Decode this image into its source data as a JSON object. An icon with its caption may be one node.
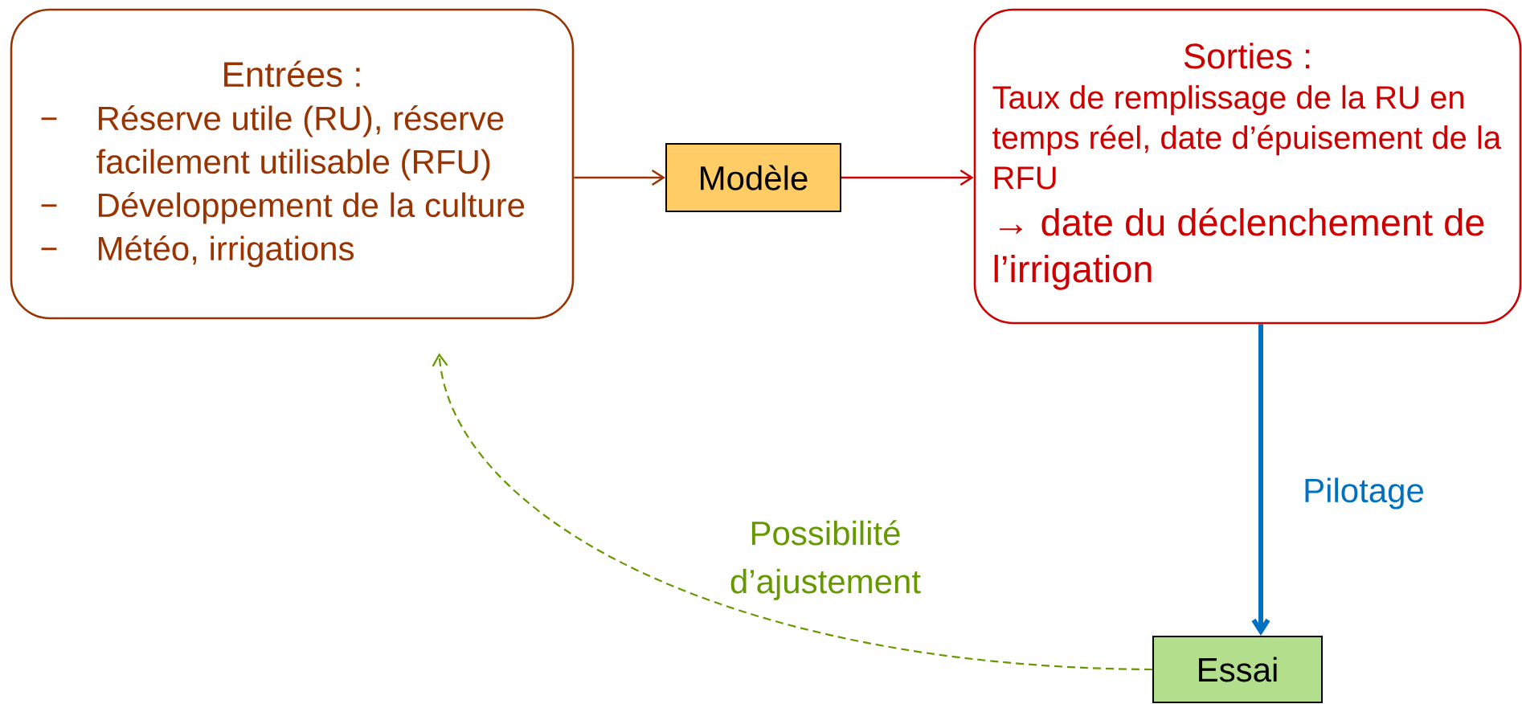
{
  "diagram": {
    "nodes": [
      {
        "text": [
          "Entrées :",
          "Réserve utile (RU), réserve facilement utilisable (RFU)",
          "Développement de la culture",
          "Météo, irrigations"
        ]
      },
      {
        "text": [
          "Modèle"
        ]
      },
      {
        "text": [
          "Sorties :",
          "Taux de remplissage de la RU en temps réel, date d’épuisement de la RFU",
          "→ date du déclenchement de l’irrigation"
        ]
      },
      {
        "text": [
          "Essai"
        ]
      }
    ],
    "edges": [
      {
        "from": 0,
        "to": 1,
        "arrow": "to",
        "color": "#993300"
      },
      {
        "from": 1,
        "to": 2,
        "arrow": "to",
        "color": "#cc0000"
      },
      {
        "from": 2,
        "to": 3,
        "arrow": "to",
        "label": "Pilotage",
        "style": "thick",
        "color": "#0070c0"
      },
      {
        "from": 3,
        "to": 0,
        "arrow": "to",
        "label": "Possibilité d’ajustement",
        "style": "dashed",
        "color": "#669900"
      }
    ]
  }
}
